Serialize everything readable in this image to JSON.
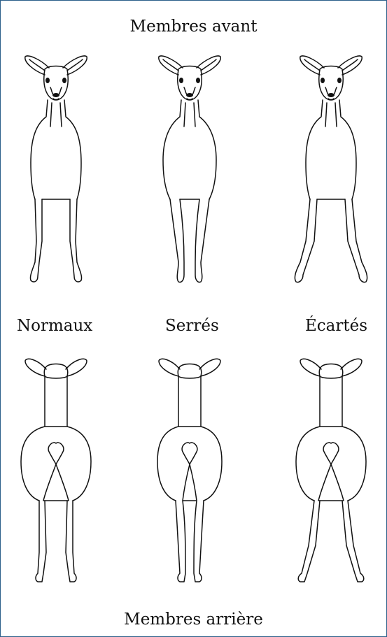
{
  "titles": {
    "front": "Membres avant",
    "rear": "Membres arrière"
  },
  "labels": {
    "normal": "Normaux",
    "tight": "Serrés",
    "wide": "Écartés"
  }
}
